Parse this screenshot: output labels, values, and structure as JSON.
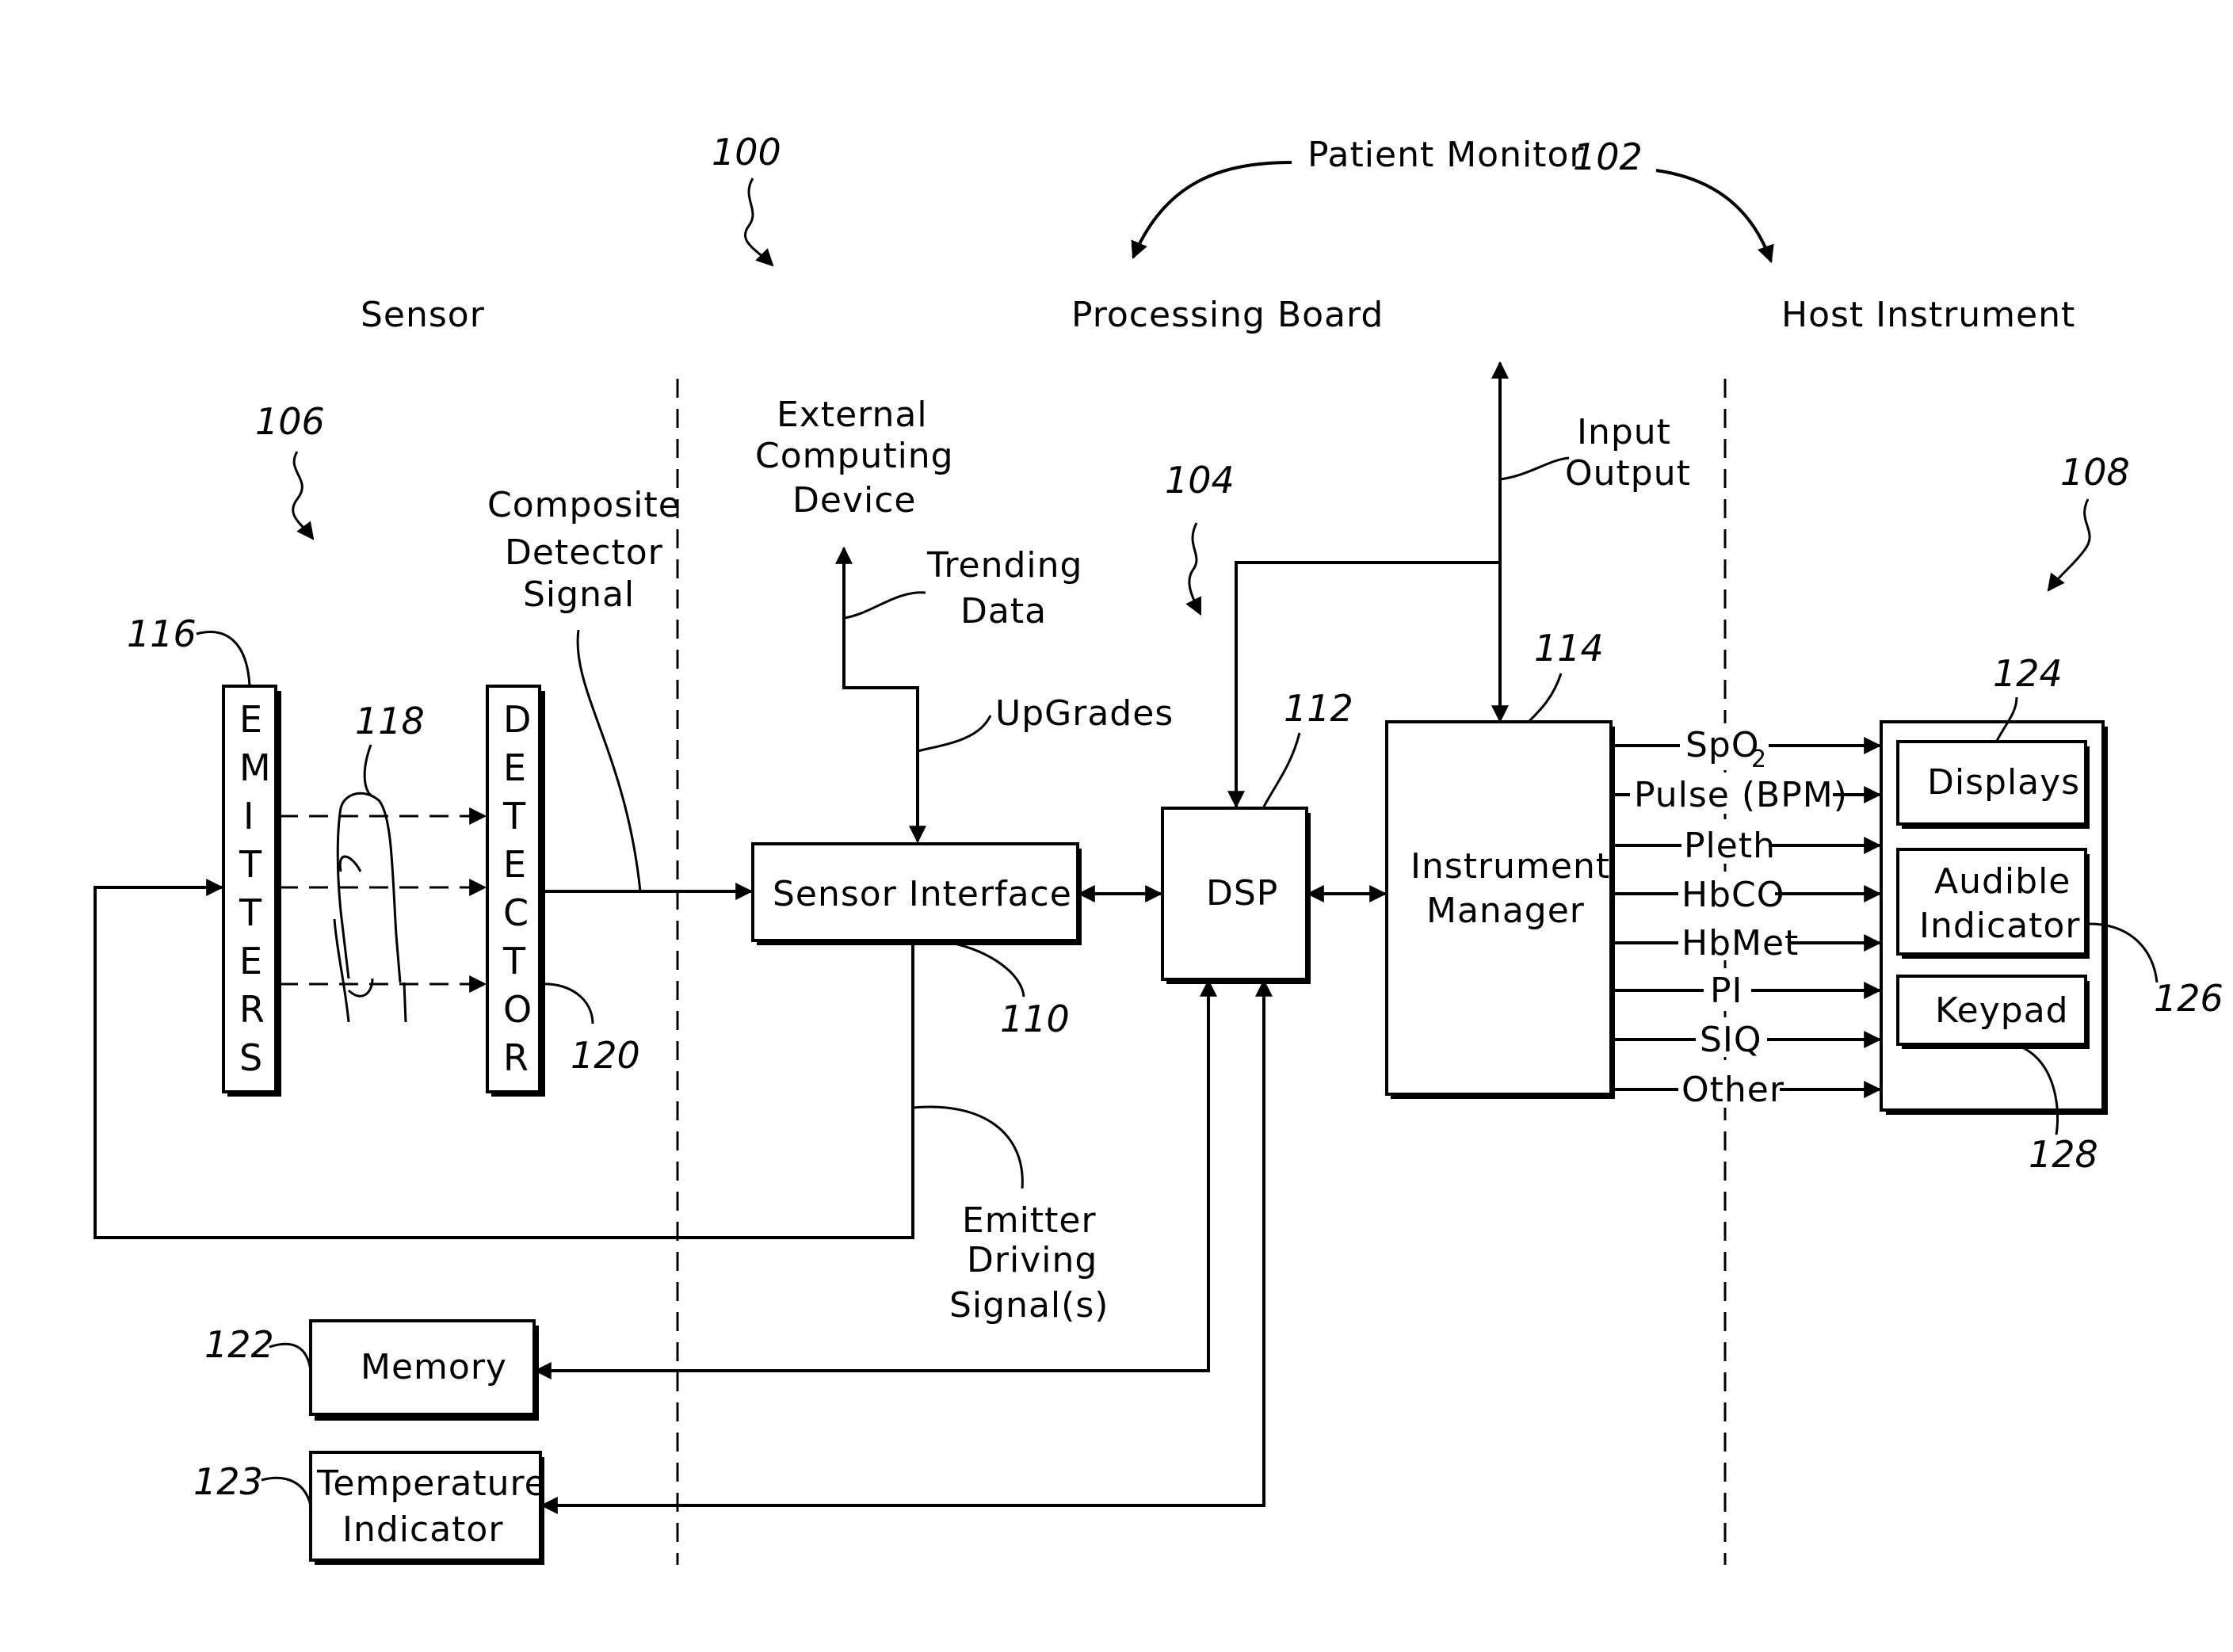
{
  "regions": {
    "sensor": "Sensor",
    "processing_board": "Processing Board",
    "host_instrument": "Host Instrument",
    "patient_monitor": "Patient Monitor"
  },
  "refs": {
    "system": "100",
    "patient_monitor": "102",
    "processing_board": "104",
    "sensor": "106",
    "host_instrument": "108",
    "sensor_interface": "110",
    "dsp": "112",
    "instrument_manager": "114",
    "emitters": "116",
    "finger": "118",
    "detector": "120",
    "memory": "122",
    "temperature_indicator": "123",
    "displays": "124",
    "audible_indicator": "126",
    "keypad": "128"
  },
  "blocks": {
    "emitters_letters": [
      "E",
      "M",
      "I",
      "T",
      "T",
      "E",
      "R",
      "S"
    ],
    "detector_letters": [
      "D",
      "E",
      "T",
      "E",
      "C",
      "T",
      "O",
      "R"
    ],
    "sensor_interface": "Sensor Interface",
    "dsp": "DSP",
    "instrument_manager": [
      "Instrument",
      "Manager"
    ],
    "memory": "Memory",
    "temperature_indicator": [
      "Temperature",
      "Indicator"
    ],
    "displays": "Displays",
    "audible_indicator": [
      "Audible",
      "Indicator"
    ],
    "keypad": "Keypad"
  },
  "signals": {
    "composite_detector_signal": [
      "Composite",
      "Detector",
      "Signal"
    ],
    "external_computing_device": [
      "External",
      "Computing",
      "Device"
    ],
    "trending_data": [
      "Trending",
      "Data"
    ],
    "upgrades": "UpGrades",
    "emitter_driving_signals": [
      "Emitter",
      "Driving",
      "Signal(s)"
    ],
    "input_output": [
      "Input",
      "Output"
    ]
  },
  "outputs": {
    "spo2_main": "SpO",
    "spo2_sub": "2",
    "pulse": "Pulse (BPM)",
    "pleth": "Pleth",
    "hbco": "HbCO",
    "hbmet": "HbMet",
    "pi": "PI",
    "siq": "SIQ",
    "other": "Other"
  }
}
